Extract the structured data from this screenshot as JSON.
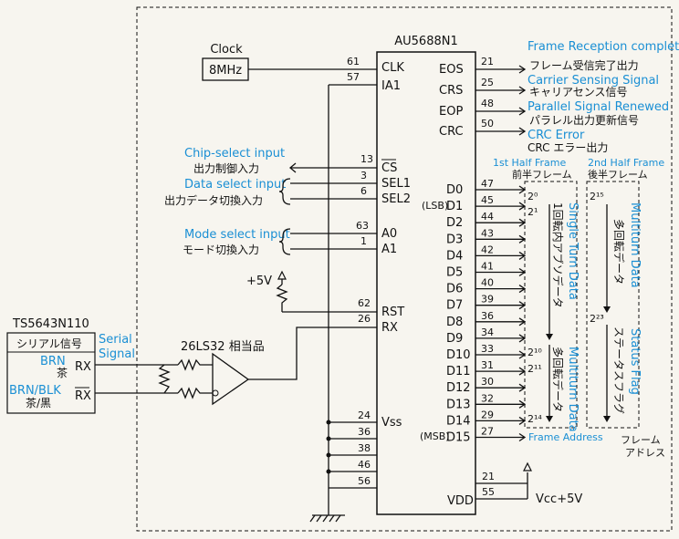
{
  "chip": {
    "name": "AU5688N1"
  },
  "clock": {
    "label": "Clock",
    "freq": "8MHz"
  },
  "pins_left": [
    {
      "num": "61",
      "name": "CLK"
    },
    {
      "num": "57",
      "name": "IA1"
    },
    {
      "num": "13",
      "name": "CS"
    },
    {
      "num": "3",
      "name": "SEL1"
    },
    {
      "num": "6",
      "name": "SEL2"
    },
    {
      "num": "63",
      "name": "A0"
    },
    {
      "num": "1",
      "name": "A1"
    },
    {
      "num": "62",
      "name": "RST"
    },
    {
      "num": "26",
      "name": "RX"
    },
    {
      "num": "24",
      "name": "Vss"
    },
    {
      "num": "36",
      "name": ""
    },
    {
      "num": "38",
      "name": ""
    },
    {
      "num": "46",
      "name": ""
    },
    {
      "num": "56",
      "name": ""
    }
  ],
  "pins_right": [
    {
      "num": "21",
      "name": "EOS"
    },
    {
      "num": "25",
      "name": "CRS"
    },
    {
      "num": "48",
      "name": "EOP"
    },
    {
      "num": "50",
      "name": "CRC"
    },
    {
      "num": "47",
      "name": "D0"
    },
    {
      "num": "45",
      "name": "D1"
    },
    {
      "num": "44",
      "name": "D2"
    },
    {
      "num": "43",
      "name": "D3"
    },
    {
      "num": "42",
      "name": "D4"
    },
    {
      "num": "41",
      "name": "D5"
    },
    {
      "num": "40",
      "name": "D6"
    },
    {
      "num": "39",
      "name": "D7"
    },
    {
      "num": "36",
      "name": "D8"
    },
    {
      "num": "34",
      "name": "D9"
    },
    {
      "num": "33",
      "name": "D10"
    },
    {
      "num": "31",
      "name": "D11"
    },
    {
      "num": "30",
      "name": "D12"
    },
    {
      "num": "32",
      "name": "D13"
    },
    {
      "num": "29",
      "name": "D14"
    },
    {
      "num": "27",
      "name": "D15"
    }
  ],
  "outputs": [
    {
      "en": "Frame Reception completed",
      "ja": "フレーム受信完了出力"
    },
    {
      "en": "Carrier Sensing Signal",
      "ja": "キャリアセンス信号"
    },
    {
      "en": "Parallel Signal Renewed",
      "ja": "パラレル出力更新信号"
    },
    {
      "en": "CRC Error",
      "ja": "CRC エラー出力"
    }
  ],
  "inputs": {
    "chip_select": {
      "en": "Chip-select input",
      "ja": "出力制御入力"
    },
    "data_select": {
      "en": "Data select input",
      "ja": "出力データ切換入力"
    },
    "mode_select": {
      "en": "Mode select input",
      "ja": "モード切換入力"
    }
  },
  "lsb": "(LSB)",
  "msb": "(MSB)",
  "power": {
    "plus5v": "+5V",
    "vdd": "VDD",
    "vdd_pin1": "21",
    "vdd_pin2": "55",
    "vcc": "Vcc+5V"
  },
  "sensor": {
    "name": "TS5643N110",
    "serial_ja": "シリアル信号",
    "serial_en_1": "Serial",
    "serial_en_2": "Signal",
    "brn_en": "BRN",
    "brn_ja": "茶",
    "rx": "RX",
    "brnblk_en": "BRN/BLK",
    "brnblk_ja": "茶/黒",
    "rxbar": "RX"
  },
  "receiver": {
    "label": "26LS32 相当品"
  },
  "frames": {
    "first_en": "1st Half Frame",
    "first_ja": "前半フレーム",
    "second_en": "2nd Half Frame",
    "second_ja": "後半フレーム",
    "single_turn_en": "Single Turn Data",
    "single_turn_ja": "1回転内アブソデータ",
    "multiturn_en": "Multiturn Data",
    "multiturn_ja": "多回転データ",
    "status_en": "Status Flag",
    "status_ja": "ステータスフラグ",
    "frame_addr_en": "Frame Address",
    "frame_addr_ja_1": "フレーム",
    "frame_addr_ja_2": "アドレス",
    "b0": "2⁰",
    "b1": "2¹",
    "b10": "2¹⁰",
    "b11": "2¹¹",
    "b14": "2¹⁴",
    "b15": "2¹⁵",
    "b23": "2²³"
  }
}
